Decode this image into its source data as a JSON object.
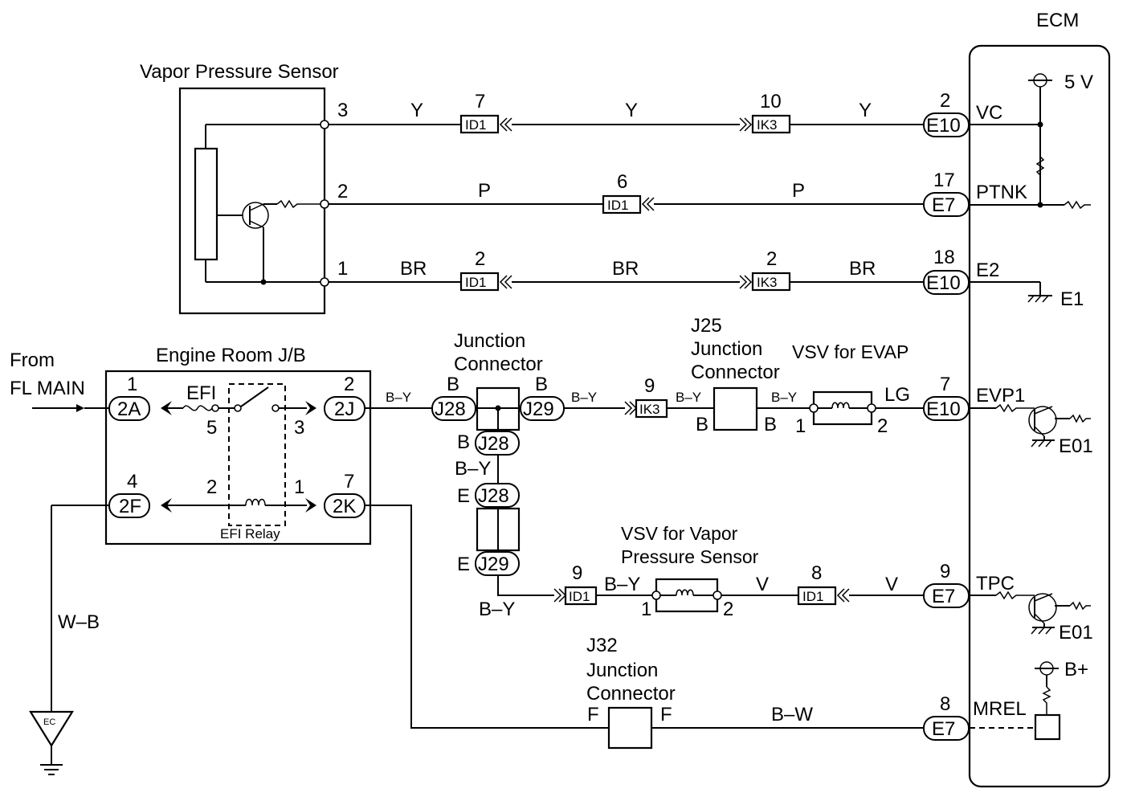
{
  "ecm": {
    "title": "ECM",
    "supply": "5 V",
    "bplus": "B+",
    "gnd_e1": "E1",
    "gnd_e01_a": "E01",
    "gnd_e01_b": "E01"
  },
  "vapor_sensor": {
    "title": "Vapor Pressure Sensor",
    "pin3": "3",
    "pin2": "2",
    "pin1": "1"
  },
  "wires": {
    "row1": {
      "color_a": "Y",
      "color_b": "Y",
      "color_c": "Y",
      "id1_num": "7",
      "id1_name": "ID1",
      "ik3_num": "10",
      "ik3_name": "IK3",
      "ecm_num": "2",
      "ecm_conn": "E10",
      "ecm_term": "VC"
    },
    "row2": {
      "color_a": "P",
      "color_b": "P",
      "id1_num": "6",
      "id1_name": "ID1",
      "ecm_num": "17",
      "ecm_conn": "E7",
      "ecm_term": "PTNK"
    },
    "row3": {
      "color_a": "BR",
      "color_b": "BR",
      "color_c": "BR",
      "id1_num": "2",
      "id1_name": "ID1",
      "ik3_num": "2",
      "ik3_name": "IK3",
      "ecm_num": "18",
      "ecm_conn": "E10",
      "ecm_term": "E2"
    }
  },
  "jb": {
    "title": "Engine Room J/B",
    "from_line1": "From",
    "from_line2": "FL MAIN",
    "c2a_num": "1",
    "c2a": "2A",
    "c2j_num": "2",
    "c2j": "2J",
    "c2f_num": "4",
    "c2f": "2F",
    "c2k_num": "7",
    "c2k": "2K",
    "fuse": "EFI",
    "relay": "EFI Relay",
    "relay_pin5": "5",
    "relay_pin3": "3",
    "relay_pin2": "2",
    "relay_pin1": "1"
  },
  "ground": {
    "wire": "W–B",
    "symbol": "EC"
  },
  "junction": {
    "title_line1": "Junction",
    "title_line2": "Connector",
    "j28_left_pin": "B",
    "j28_left": "J28",
    "j29_right_pin": "B",
    "j29_right": "J29",
    "j28_b_pin": "B",
    "j28_b": "J28",
    "wire_by_mid": "B–Y",
    "j28_e_pin": "E",
    "j28_e": "J28",
    "j29_e_pin": "E",
    "j29_e": "J29"
  },
  "evap_row": {
    "wire1": "B–Y",
    "wire2": "B–Y",
    "wire3": "B–Y",
    "wire4": "B–Y",
    "ik3_num": "9",
    "ik3_name": "IK3",
    "j25_line1": "J25",
    "j25_line2": "Junction",
    "j25_line3": "Connector",
    "j25_pin_left": "B",
    "j25_pin_right": "B",
    "vsv_title": "VSV for EVAP",
    "vsv_pin1": "1",
    "vsv_pin2": "2",
    "wire_lg": "LG",
    "ecm_num": "7",
    "ecm_conn": "E10",
    "ecm_term": "EVP1"
  },
  "tpc_row": {
    "wire_by_low": "B–Y",
    "id1a_num": "9",
    "id1a_name": "ID1",
    "wire_by": "B–Y",
    "vsv_title1": "VSV for Vapor",
    "vsv_title2": "Pressure Sensor",
    "vsv_pin1": "1",
    "vsv_pin2": "2",
    "wire_v1": "V",
    "wire_v2": "V",
    "id1b_num": "8",
    "id1b_name": "ID1",
    "ecm_num": "9",
    "ecm_conn": "E7",
    "ecm_term": "TPC"
  },
  "mrel_row": {
    "j32_line1": "J32",
    "j32_line2": "Junction",
    "j32_line3": "Connector",
    "pin_left": "F",
    "pin_right": "F",
    "wire": "B–W",
    "ecm_num": "8",
    "ecm_conn": "E7",
    "ecm_term": "MREL"
  }
}
